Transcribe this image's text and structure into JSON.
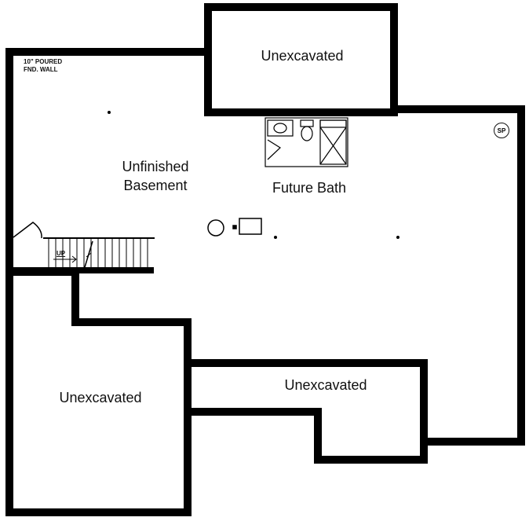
{
  "plan": {
    "title": "Basement Floor Plan",
    "wall_color": "#000000",
    "background": "#ffffff"
  },
  "labels": {
    "wall_note_line1": "10\" POURED",
    "wall_note_line2": "FND. WALL",
    "unfinished_line1": "Unfinished",
    "unfinished_line2": "Basement",
    "future_bath": "Future Bath",
    "unexcavated_top": "Unexcavated",
    "unexcavated_left": "Unexcavated",
    "unexcavated_bottom_right": "Unexcavated",
    "stair_up": "UP",
    "sump_pump": "SP"
  },
  "fixtures": {
    "bath": [
      "sink",
      "toilet",
      "shower",
      "door-swing"
    ],
    "mechanical": [
      "water-heater-circle",
      "furnace-rectangle"
    ],
    "columns": 4
  }
}
